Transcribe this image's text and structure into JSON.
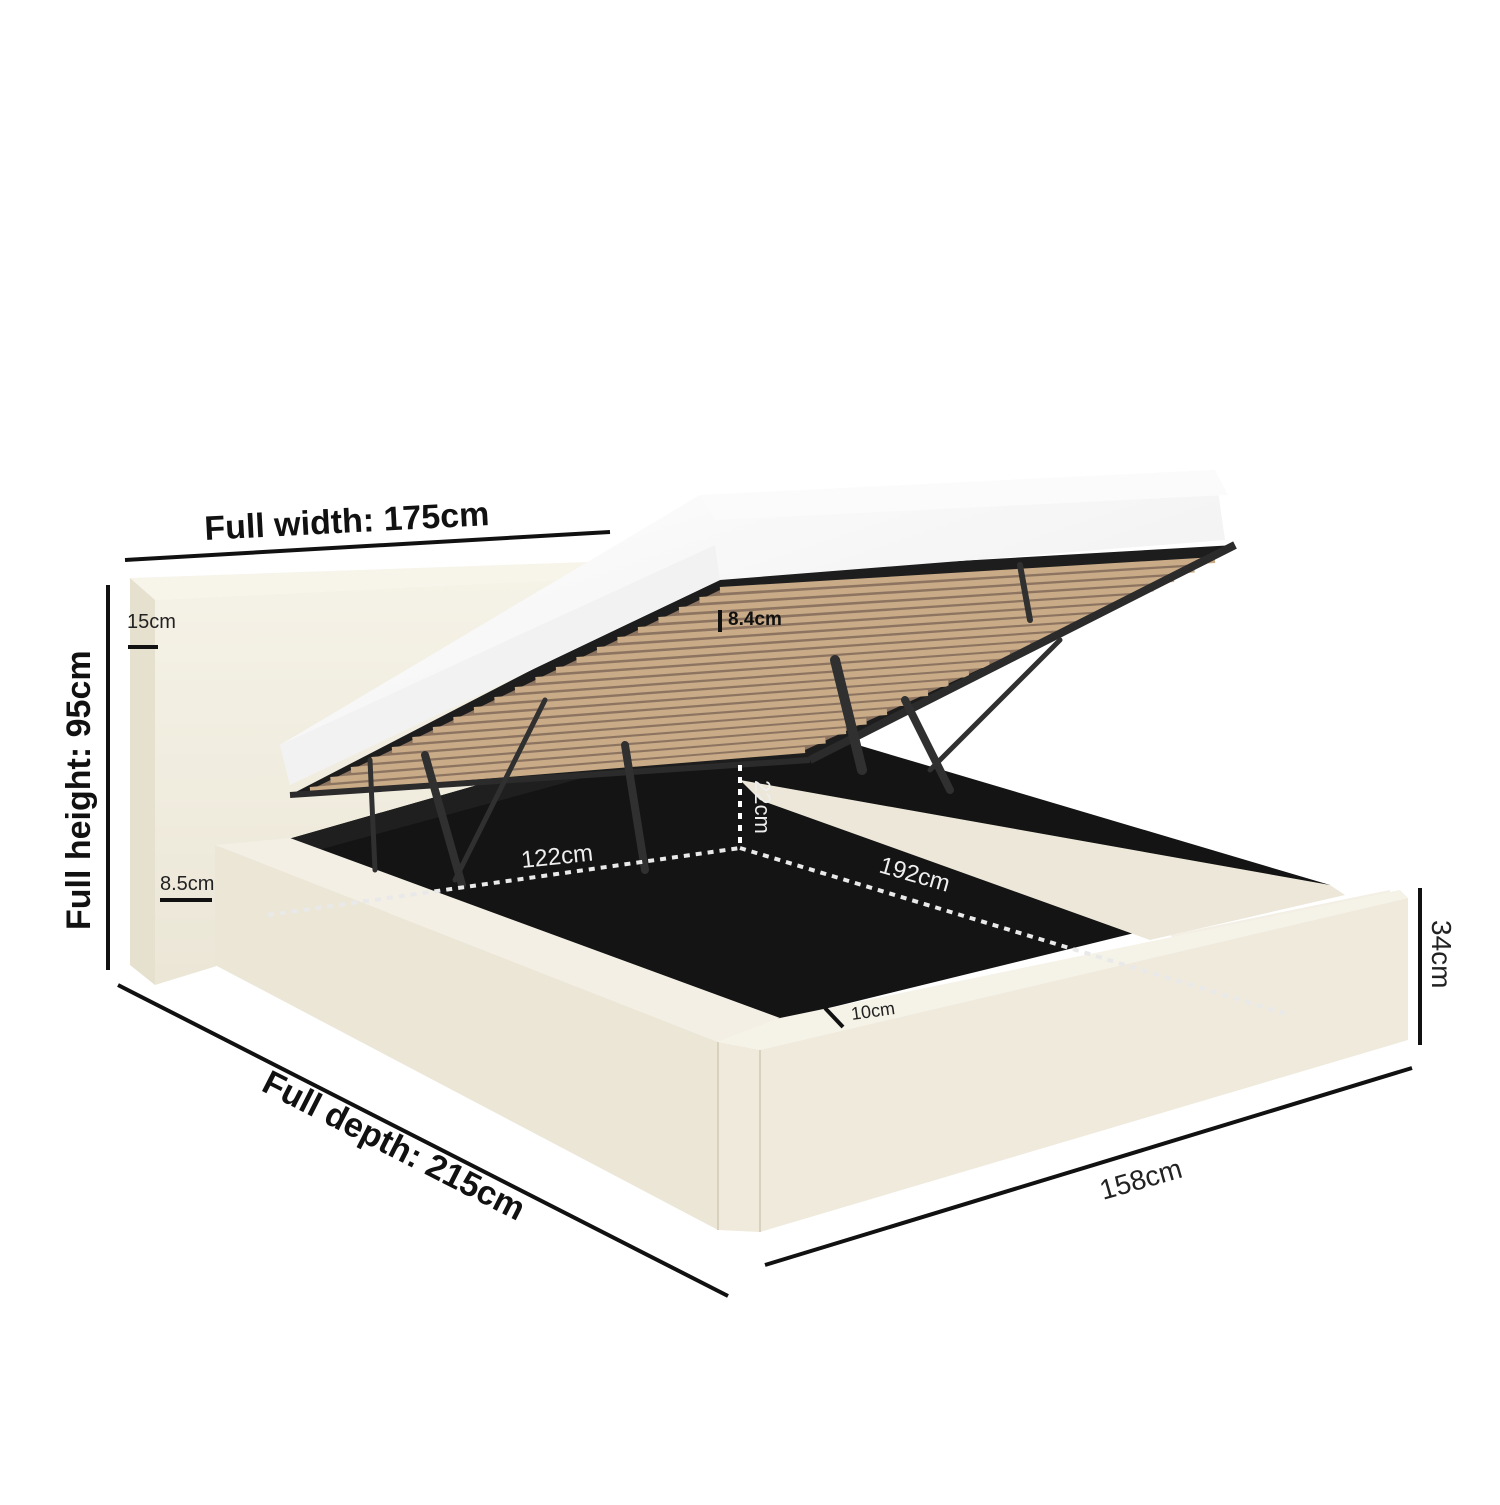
{
  "labels": {
    "full_width": "Full width: 175cm",
    "full_height": "Full height: 95cm",
    "full_depth": "Full depth: 215cm",
    "headboard_thickness": "15cm",
    "headboard_gap": "8.5cm",
    "slat_height": "8.4cm",
    "storage_width": "122cm",
    "storage_depth": "192cm",
    "storage_height": "22cm",
    "frame_height": "34cm",
    "frame_width": "158cm",
    "frame_side": "10cm"
  },
  "colors": {
    "fabric": "#f1ede0",
    "fabric_shadow": "#e2dccb",
    "storage_base": "#141414",
    "mattress": "#ffffff",
    "slat": "#c9ab88",
    "metal": "#2b2b2b",
    "dim_line": "#111111"
  }
}
